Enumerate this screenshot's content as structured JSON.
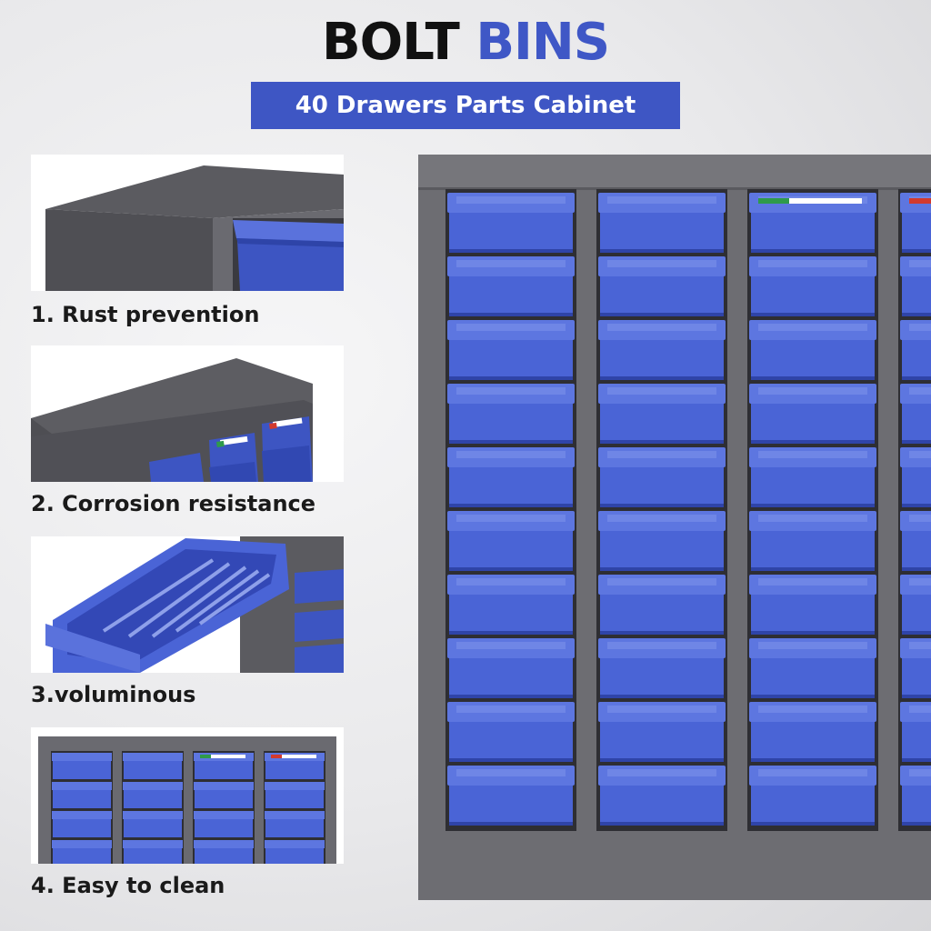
{
  "header": {
    "title_part1": "BOLT",
    "title_part2": "BINS",
    "subtitle": "40 Drawers Parts Cabinet"
  },
  "features": [
    {
      "caption": "1. Rust prevention"
    },
    {
      "caption": "2. Corrosion resistance"
    },
    {
      "caption": "3.voluminous"
    },
    {
      "caption": "4. Easy to clean"
    }
  ],
  "colors": {
    "brand_blue": "#3e56c4",
    "drawer_blue": "#4a64d6",
    "cabinet_gray": "#6d6d72",
    "label_green": "#2f9a4a",
    "label_red": "#d23a2e"
  }
}
